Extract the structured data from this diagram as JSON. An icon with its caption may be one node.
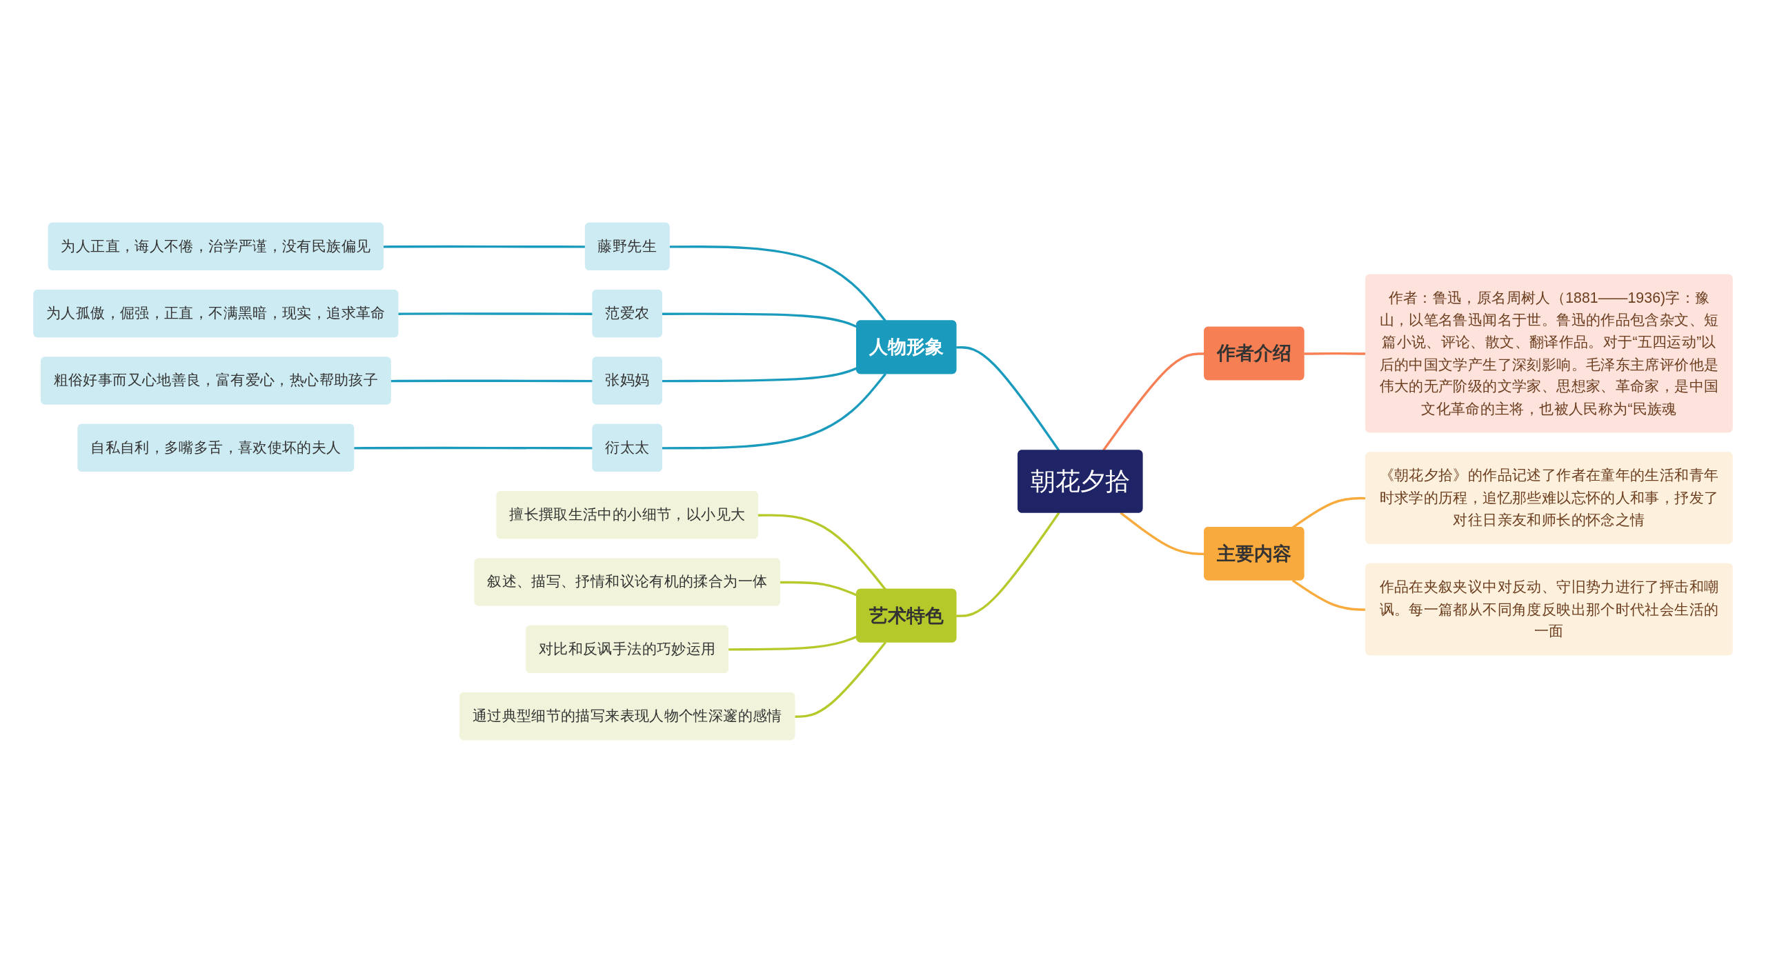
{
  "diagram": {
    "nodes": [
      {
        "text": [
          "朝花夕拾"
        ]
      },
      {
        "text": [
          "人物形象"
        ]
      },
      {
        "text": [
          "藤野先生"
        ]
      },
      {
        "text": [
          "为人正直，诲人不倦，治学严谨，没有民族偏见"
        ]
      },
      {
        "text": [
          "范爱农"
        ]
      },
      {
        "text": [
          "为人孤傲，倔强，正直，不满黑暗，现实，追求革命"
        ]
      },
      {
        "text": [
          "张妈妈"
        ]
      },
      {
        "text": [
          "粗俗好事而又心地善良，富有爱心，热心帮助孩子"
        ]
      },
      {
        "text": [
          "衍太太"
        ]
      },
      {
        "text": [
          "自私自利，多嘴多舌，喜欢使坏的夫人"
        ]
      },
      {
        "text": [
          "艺术特色"
        ]
      },
      {
        "text": [
          "擅长撰取生活中的小细节，以小见大"
        ]
      },
      {
        "text": [
          "叙述、描写、抒情和议论有机的揉合为一体"
        ]
      },
      {
        "text": [
          "对比和反讽手法的巧妙运用"
        ]
      },
      {
        "text": [
          "通过典型细节的描写来表现人物个性深邃的感情"
        ]
      },
      {
        "text": [
          "作者介绍"
        ]
      },
      {
        "text": [
          "作者：鲁迅，原名周树人（1881——1936)字：豫山，以笔名鲁迅闻名于世。鲁迅的作品包含杂文、短篇小说、评论、散文、翻译作品。对于“五四运动”以后的中国文学产生了深刻影响。毛泽东主席评价他是伟大的无产阶级的文学家、思想家、革命家，是中国文化革命的主将，也被人民称为“民族魂"
        ]
      },
      {
        "text": [
          "主要内容"
        ]
      },
      {
        "text": [
          "《朝花夕拾》的作品记述了作者在童年的生活和青年时求学的历程，追忆那些难以忘怀的人和事，抒发了对往日亲友和师长的怀念之情"
        ]
      },
      {
        "text": [
          "作品在夹叙夹议中对反动、守旧势力进行了抨击和嘲讽。每一篇都从不同角度反映出那个时代社会生活的一面"
        ]
      }
    ],
    "edges": [
      {
        "from": 0,
        "to": 1,
        "arrow": "none"
      },
      {
        "from": 1,
        "to": 2,
        "arrow": "none"
      },
      {
        "from": 2,
        "to": 3,
        "arrow": "none"
      },
      {
        "from": 1,
        "to": 4,
        "arrow": "none"
      },
      {
        "from": 4,
        "to": 5,
        "arrow": "none"
      },
      {
        "from": 1,
        "to": 6,
        "arrow": "none"
      },
      {
        "from": 6,
        "to": 7,
        "arrow": "none"
      },
      {
        "from": 1,
        "to": 8,
        "arrow": "none"
      },
      {
        "from": 8,
        "to": 9,
        "arrow": "none"
      },
      {
        "from": 0,
        "to": 10,
        "arrow": "none",
        "color": "#b6c92b"
      },
      {
        "from": 10,
        "to": 11,
        "arrow": "none",
        "color": "#b6c92b"
      },
      {
        "from": 10,
        "to": 12,
        "arrow": "none",
        "color": "#b6c92b"
      },
      {
        "from": 10,
        "to": 13,
        "arrow": "none",
        "color": "#b6c92b"
      },
      {
        "from": 10,
        "to": 14,
        "arrow": "none",
        "color": "#b6c92b"
      },
      {
        "from": 0,
        "to": 15,
        "arrow": "none",
        "color": "#f77f54"
      },
      {
        "from": 15,
        "to": 16,
        "arrow": "none",
        "color": "#f77f54"
      },
      {
        "from": 0,
        "to": 17,
        "arrow": "none",
        "color": "#f9aa3c"
      },
      {
        "from": 17,
        "to": 18,
        "arrow": "none",
        "color": "#f9aa3c"
      },
      {
        "from": 17,
        "to": 19,
        "arrow": "none",
        "color": "#f9aa3c"
      }
    ]
  }
}
